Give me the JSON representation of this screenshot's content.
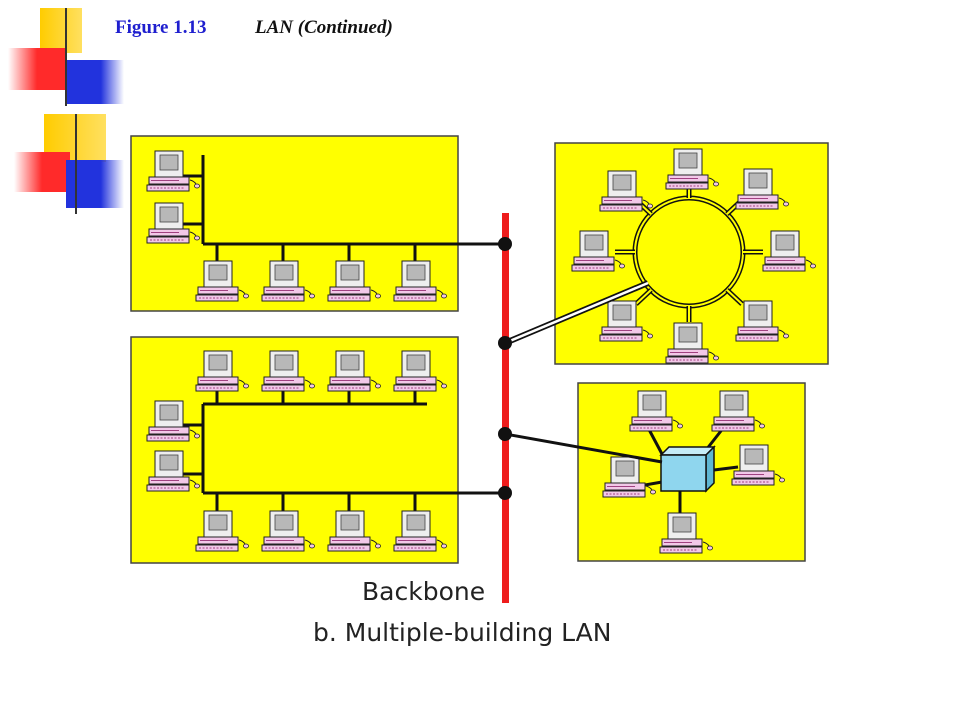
{
  "header": {
    "figure_number": "Figure 1.13",
    "figure_title": "LAN (Continued)"
  },
  "diagram": {
    "backbone_label": "Backbone",
    "caption": "b. Multiple-building LAN"
  },
  "colors": {
    "building": "#ffff00",
    "backbone": "#ee1c1c",
    "cable": "#111111",
    "switch_fill": "#8fd6ee",
    "computer_base": "#f2c8e8",
    "computer_monitor": "#e6e6e6",
    "title_number": "#1f1fcf"
  }
}
